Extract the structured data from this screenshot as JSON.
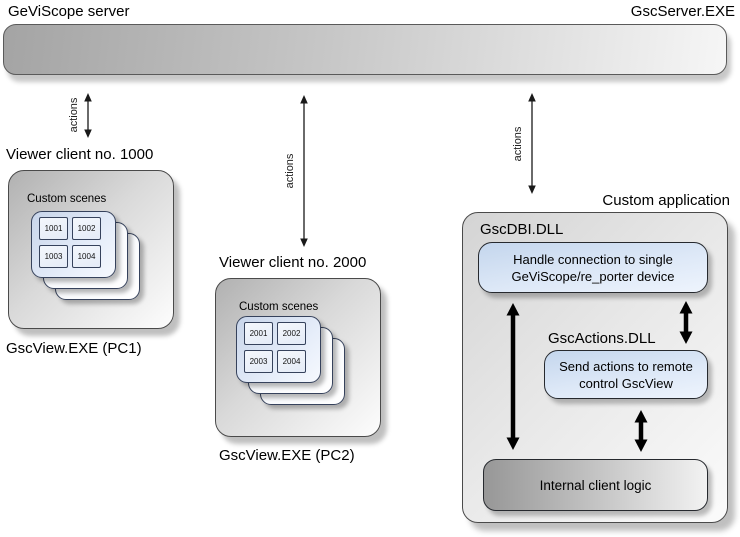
{
  "server": {
    "title": "GeViScope server",
    "exe_label": "GscServer.EXE"
  },
  "arrows": {
    "label": "actions"
  },
  "clients": [
    {
      "title": "Viewer client no. 1000",
      "scenes_label": "Custom scenes",
      "scenes": [
        "1001",
        "1002",
        "1003",
        "1004"
      ],
      "exe_label": "GscView.EXE (PC1)"
    },
    {
      "title": "Viewer client no. 2000",
      "scenes_label": "Custom scenes",
      "scenes": [
        "2001",
        "2002",
        "2003",
        "2004"
      ],
      "exe_label": "GscView.EXE (PC2)"
    }
  ],
  "custom_app": {
    "title": "Custom application",
    "dbi_label": "GscDBI.DLL",
    "dbi_box_text": "Handle connection to single GeViScope/re_porter device",
    "actions_label": "GscActions.DLL",
    "actions_box_text": "Send actions to remote control GscView",
    "internal_box_text": "Internal client logic"
  },
  "colors": {
    "accent_blue_top": "#c4d6ed",
    "accent_blue_bottom": "#eef4fd",
    "gray_dark": "#a4a4a4",
    "box_border": "#4a4a4a",
    "scene_border": "#36425c",
    "arrow_black": "#000000"
  }
}
